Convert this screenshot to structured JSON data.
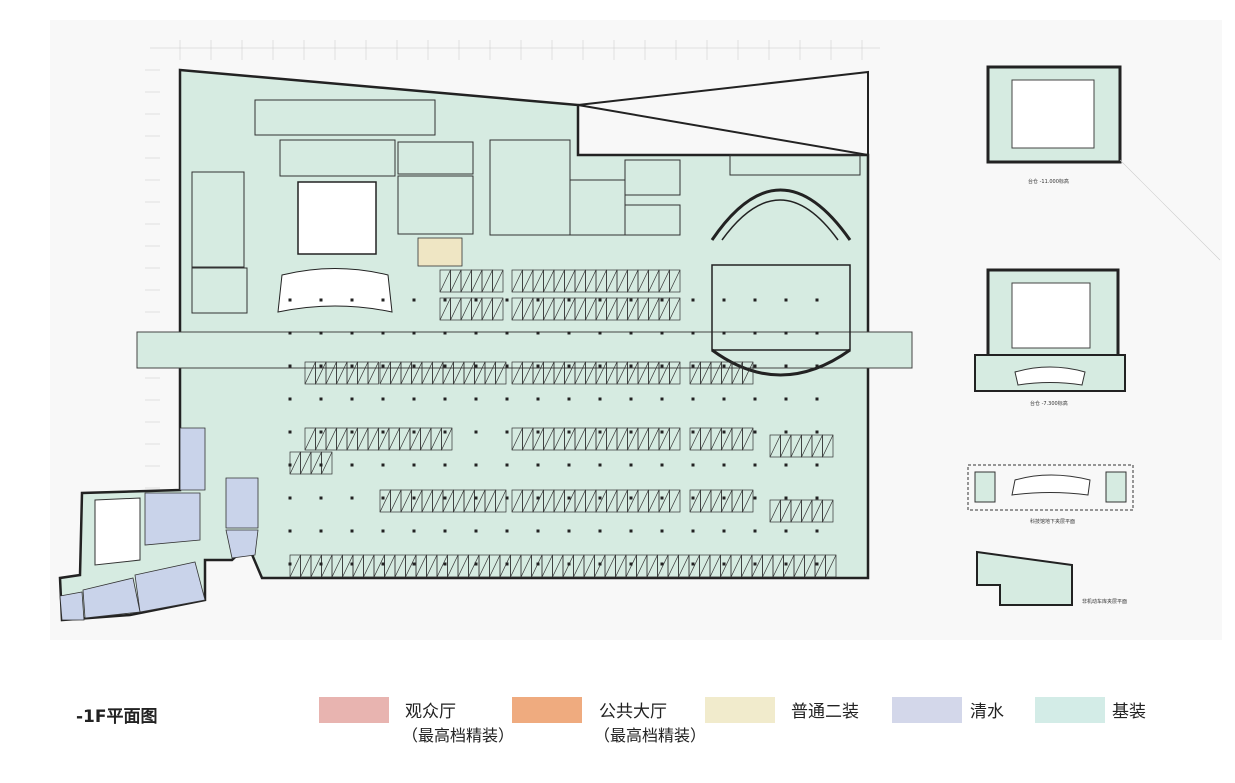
{
  "title": "-1F平面图",
  "legend": [
    {
      "label": "观众厅",
      "sub": "（最高档精装）",
      "color": "#e8b4b0"
    },
    {
      "label": "公共大厅",
      "sub": "（最高档精装）",
      "color": "#efab7f"
    },
    {
      "label": "普通二装",
      "sub": "",
      "color": "#f1ebcc"
    },
    {
      "label": "清水",
      "sub": "",
      "color": "#d3d7ea"
    },
    {
      "label": "基装",
      "sub": "",
      "color": "#d3ece7"
    }
  ],
  "colors": {
    "base": "#d6ebe1",
    "clear": "#c9d3ea",
    "finish": "#efe6c4",
    "wall": "#222222"
  },
  "captions": {
    "stage_pit_1": "台仓 -11.000标高",
    "stage_pit_2": "台仓 -7.300标高",
    "mezzanine": "科技馆地下夹层平面",
    "garage": "非机动车库夹层平面"
  }
}
